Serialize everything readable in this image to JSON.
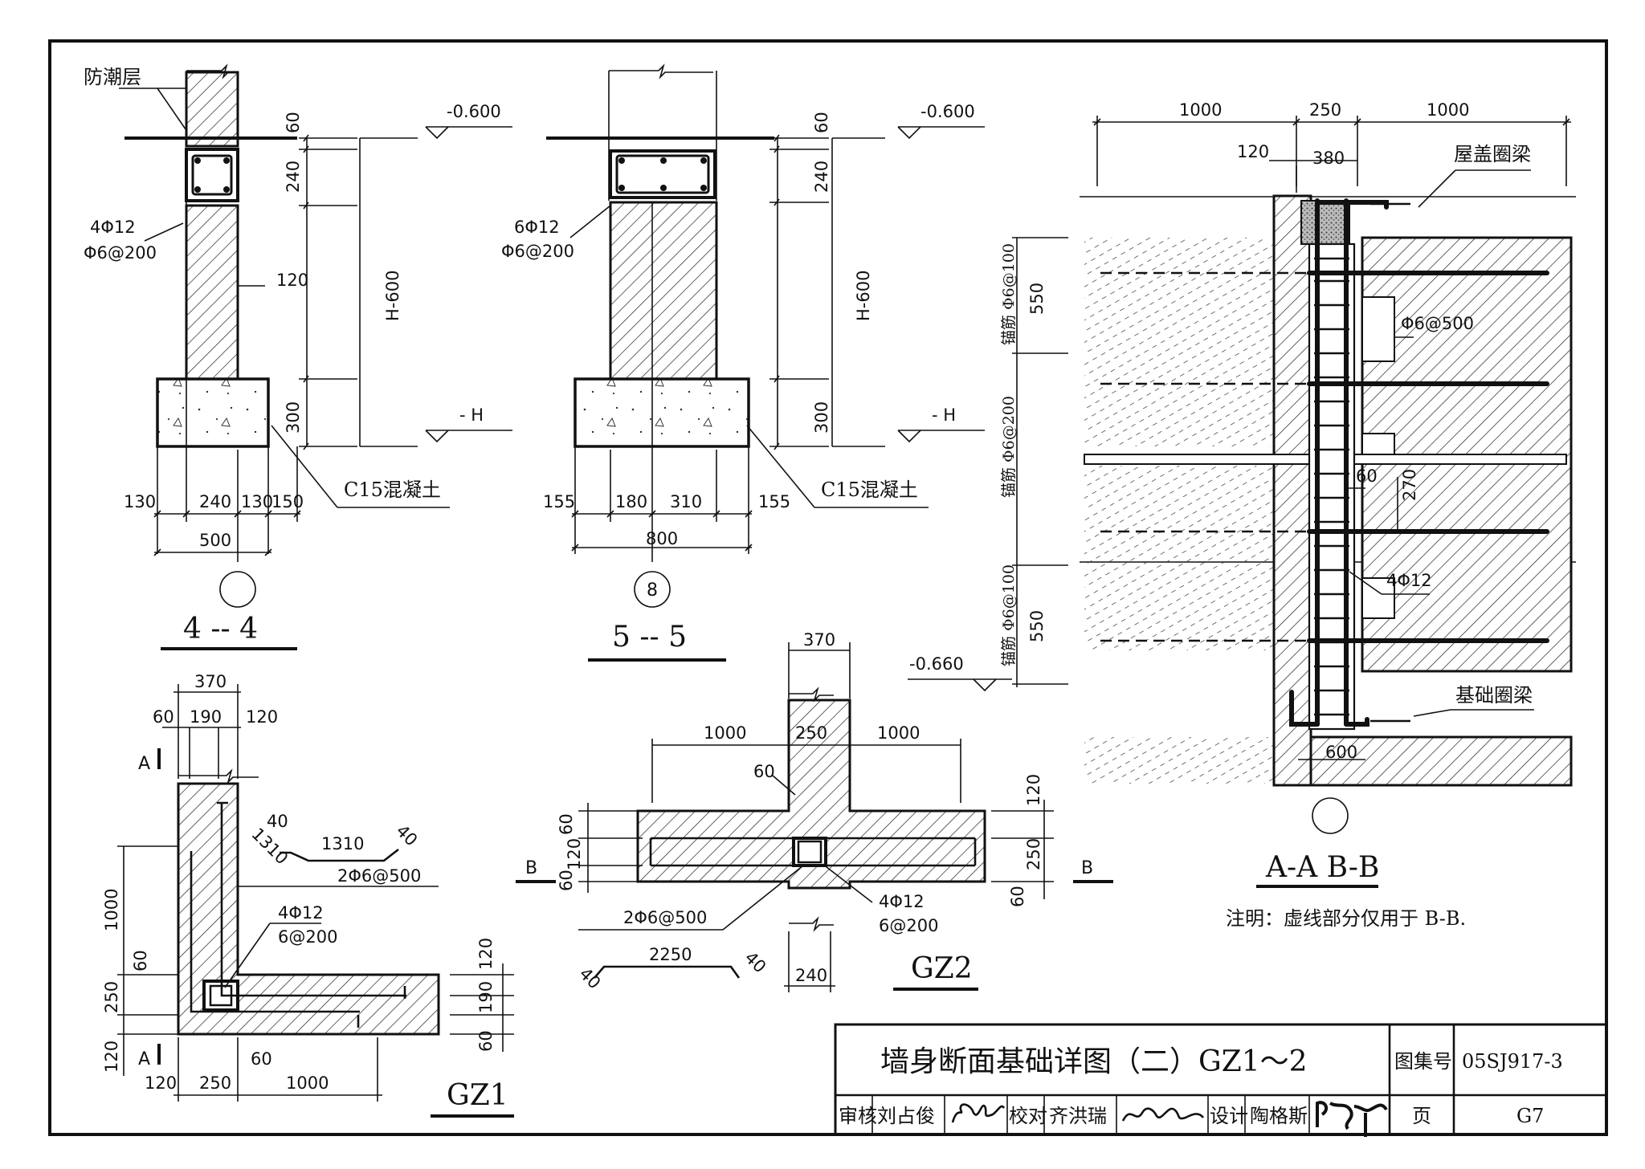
{
  "section_4_4": {
    "title": "4 -- 4",
    "damp_layer": "防潮层",
    "level_top": "-0.600",
    "level_bottom": "- H",
    "dim_60": "60",
    "dim_240": "240",
    "dim_h600": "H-600",
    "dim_300": "300",
    "dim_120": "120",
    "rebar_main": "4Φ12",
    "rebar_stirrup": "Φ6@200",
    "concrete": "C15混凝土",
    "bottom_dims": [
      "130",
      "240",
      "130",
      "150"
    ],
    "total_width": "500"
  },
  "section_5_5": {
    "title": "5 -- 5",
    "axis_number": "8",
    "level_top": "-0.600",
    "level_bottom": "- H",
    "dim_60": "60",
    "dim_240": "240",
    "dim_h600": "H-600",
    "dim_300": "300",
    "rebar_main": "6Φ12",
    "rebar_stirrup": "Φ6@200",
    "concrete": "C15混凝土",
    "bottom_dims": [
      "155",
      "180",
      "310",
      "155"
    ],
    "total_width": "800"
  },
  "section_aa_bb": {
    "title": "A-A B-B",
    "top_dims": [
      "1000",
      "250",
      "1000"
    ],
    "dim_120": "120",
    "dim_380": "380",
    "roof_beam": "屋盖圈梁",
    "found_beam": "基础圈梁",
    "anchor_1": "锚筋 Φ6@100",
    "anchor_2": "锚筋 Φ6@200",
    "anchor_3": "锚筋 Φ6@100",
    "dim_550a": "550",
    "dim_550b": "550",
    "rebar_tie": "Φ6@500",
    "dim_60": "60",
    "dim_270": "270",
    "rebar_main": "4Φ12",
    "level": "-0.660",
    "dim_600": "600",
    "note": "注明：虚线部分仅用于 B-B."
  },
  "gz1": {
    "title": "GZ1",
    "top_dims": [
      "370",
      "60",
      "190",
      "120"
    ],
    "mark_a": "A",
    "left_dims": [
      "1000",
      "60",
      "250",
      "120"
    ],
    "bar_shape": [
      "40",
      "1310",
      "1310",
      "40"
    ],
    "tie_bar": "2Φ6@500",
    "rebar_main": "4Φ12",
    "rebar_stirrup": "6@200",
    "right_dims": [
      "120",
      "190",
      "60"
    ],
    "bottom_dims": [
      "120",
      "250",
      "60",
      "1000"
    ]
  },
  "gz2": {
    "title": "GZ2",
    "top_dim": "370",
    "arm_dims": [
      "1000",
      "250",
      "1000"
    ],
    "dim_60": "60",
    "left_dims": [
      "60",
      "120",
      "60"
    ],
    "right_dims": [
      "120",
      "250",
      "60"
    ],
    "mark_b": "B",
    "tie_bar": "2Φ6@500",
    "bar_length": "2250",
    "bar_ends": [
      "40",
      "40"
    ],
    "rebar_main": "4Φ12",
    "rebar_stirrup": "6@200",
    "bottom_dim": "240"
  },
  "title_block": {
    "title": "墙身断面基础详图（二）GZ1～2",
    "atlas_label": "图集号",
    "atlas_no": "05SJ917-3",
    "review_label": "审核",
    "reviewer": "刘占俊",
    "check_label": "校对",
    "checker": "齐洪瑞",
    "design_label": "设计",
    "designer": "陶格斯",
    "page_label": "页",
    "page_no": "G7"
  }
}
